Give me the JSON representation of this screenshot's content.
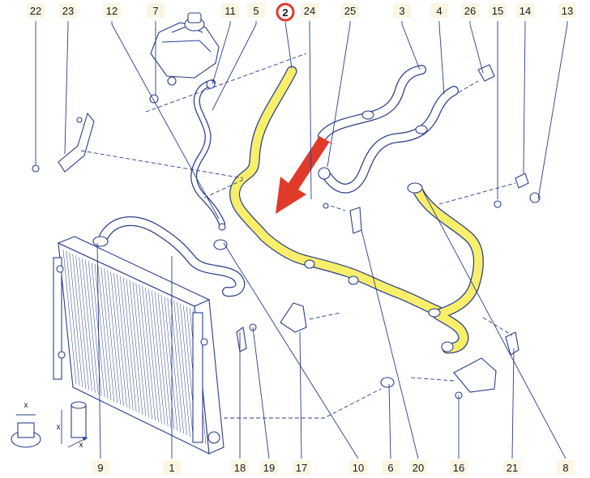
{
  "colors": {
    "line": "#2a3d8f",
    "highlight": "#f7ef6a",
    "arrow": "#e03a2a",
    "badge": "#e03a2a",
    "label_bg": "#fbf6e4"
  },
  "highlighted_part": "2",
  "top_labels": [
    "22",
    "23",
    "12",
    "7",
    "11",
    "5",
    "24",
    "25",
    "3",
    "4",
    "26",
    "15",
    "14",
    "13"
  ],
  "bottom_labels": [
    "9",
    "1",
    "18",
    "19",
    "17",
    "10",
    "6",
    "20",
    "16",
    "21",
    "8"
  ],
  "icons": [
    "red-direction-arrow",
    "x-dimension-arrow"
  ],
  "glyphs": {
    "dimension": "x"
  }
}
